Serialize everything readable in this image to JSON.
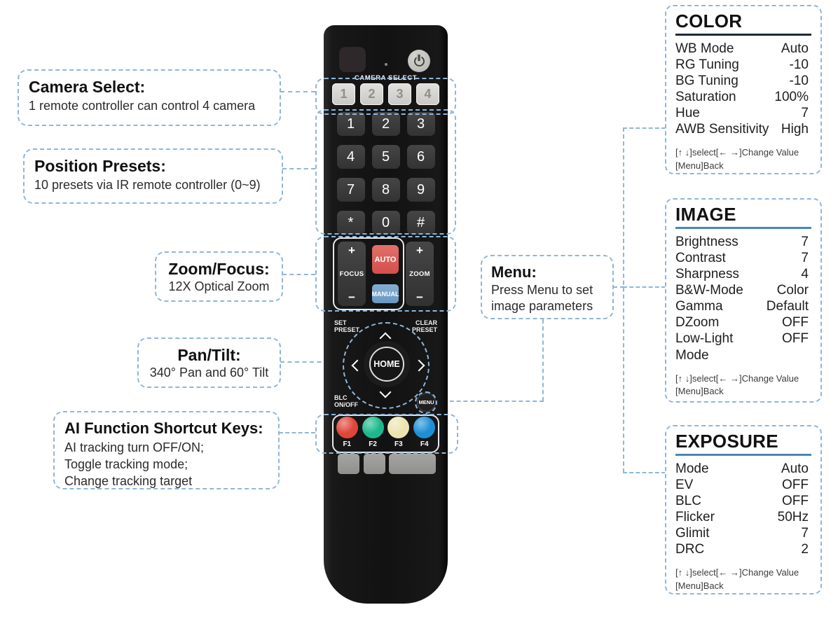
{
  "colors": {
    "accent_dashed": "#8fb6da",
    "auto_red": "#d85450",
    "manual_blue": "#74a3cb"
  },
  "callouts": {
    "camera_select": {
      "title": "Camera Select:",
      "body": "1 remote controller can control 4 camera"
    },
    "position_presets": {
      "title": "Position Presets:",
      "body": "10 presets via IR remote controller (0~9)"
    },
    "zoom_focus": {
      "title": "Zoom/Focus:",
      "body": "12X Optical Zoom"
    },
    "pan_tilt": {
      "title": "Pan/Tilt:",
      "body": "340° Pan and 60° Tilt"
    },
    "ai_function": {
      "title": "AI Function Shortcut Keys:",
      "body_lines": [
        "AI tracking turn OFF/ON;",
        "Toggle  tracking mode;",
        "Change tracking target"
      ]
    },
    "menu": {
      "title": "Menu:",
      "body": "Press Menu to set image parameters"
    }
  },
  "remote": {
    "camera_select_label": "CAMERA SELECT",
    "camera_buttons": [
      "1",
      "2",
      "3",
      "4"
    ],
    "keypad": [
      "1",
      "2",
      "3",
      "4",
      "5",
      "6",
      "7",
      "8",
      "9",
      "*",
      "0",
      "#"
    ],
    "focus": {
      "label": "FOCUS",
      "plus": "+",
      "minus": "−"
    },
    "zoom": {
      "label": "ZOOM",
      "plus": "+",
      "minus": "−"
    },
    "auto_label": "AUTO",
    "manual_label": "MANUAL",
    "dpad": {
      "home": "HOME",
      "set_preset": "SET\nPRESET",
      "clear_preset": "CLEAR\nPRESET",
      "blc": "BLC\nON/OFF",
      "menu": "MENU"
    },
    "f_keys": [
      {
        "label": "F1",
        "color": "#e0453a"
      },
      {
        "label": "F2",
        "color": "#1db98d"
      },
      {
        "label": "F3",
        "color": "#ebe4af"
      },
      {
        "label": "F4",
        "color": "#1e8fd5"
      }
    ]
  },
  "panels": [
    {
      "id": "color",
      "title": "COLOR",
      "underline": "#1c2b39",
      "rows": [
        {
          "label": "WB Mode",
          "value": "Auto"
        },
        {
          "label": "RG Tuning",
          "value": "-10"
        },
        {
          "label": "BG Tuning",
          "value": "-10"
        },
        {
          "label": "Saturation",
          "value": "100%"
        },
        {
          "label": "Hue",
          "value": "7"
        },
        {
          "label": "AWB Sensitivity",
          "value": "High"
        }
      ],
      "footer_lines": [
        "[↑ ↓]select[← →]Change Value",
        "[Menu]Back"
      ]
    },
    {
      "id": "image",
      "title": "IMAGE",
      "underline": "#4a86b8",
      "rows": [
        {
          "label": "Brightness",
          "value": "7"
        },
        {
          "label": "Contrast",
          "value": "7"
        },
        {
          "label": "Sharpness",
          "value": "4"
        },
        {
          "label": "B&W-Mode",
          "value": "Color"
        },
        {
          "label": "Gamma",
          "value": "Default"
        },
        {
          "label": "DZoom",
          "value": "OFF"
        },
        {
          "label": "Low-Light\nMode",
          "value": "OFF"
        }
      ],
      "footer_lines": [
        "[↑ ↓]select[← →]Change Value",
        "[Menu]Back"
      ]
    },
    {
      "id": "exposure",
      "title": "EXPOSURE",
      "underline": "#4a86b8",
      "rows": [
        {
          "label": "Mode",
          "value": "Auto"
        },
        {
          "label": "EV",
          "value": "OFF"
        },
        {
          "label": "BLC",
          "value": "OFF"
        },
        {
          "label": "Flicker",
          "value": "50Hz"
        },
        {
          "label": "Glimit",
          "value": "7"
        },
        {
          "label": "DRC",
          "value": "2"
        }
      ],
      "footer_lines": [
        "[↑ ↓]select[← →]Change Value",
        "[Menu]Back"
      ]
    }
  ]
}
